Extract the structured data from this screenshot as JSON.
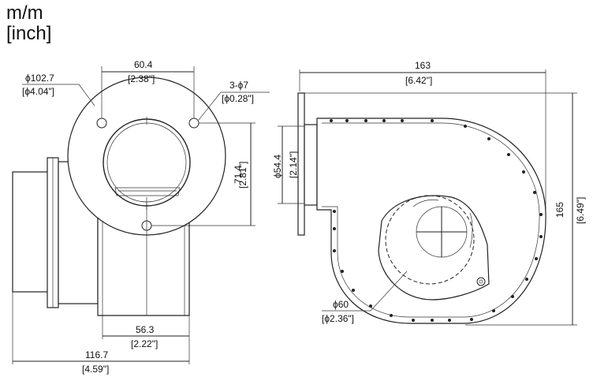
{
  "units": {
    "metric": "m/m",
    "imperial": "[inch]"
  },
  "front_view": {
    "flange_dia": {
      "mm": "ϕ102.7",
      "inch": "[ϕ4.04\"]"
    },
    "hole_spacing": {
      "mm": "60.4",
      "inch": "[2.38\"]"
    },
    "mount_holes": {
      "mm": "3-ϕ7",
      "inch": "[ϕ0.28\"]"
    },
    "vertical_spacing": {
      "mm": "71.4",
      "inch": "[2.81\"]"
    },
    "inner_width": {
      "mm": "56.3",
      "inch": "[2.22\"]"
    },
    "overall_width": {
      "mm": "116.7",
      "inch": "[4.59\"]"
    }
  },
  "side_view": {
    "overall_length": {
      "mm": "163",
      "inch": "[6.42\"]"
    },
    "overall_height": {
      "mm": "165",
      "inch": "[6.49\"]"
    },
    "outlet_dia": {
      "mm": "ϕ54.4",
      "inch": "[2.14\"]"
    },
    "hub_dia": {
      "mm": "ϕ60",
      "inch": "[ϕ2.36\"]"
    }
  },
  "colors": {
    "line": "#222222",
    "text": "#111111",
    "background": "#ffffff"
  }
}
